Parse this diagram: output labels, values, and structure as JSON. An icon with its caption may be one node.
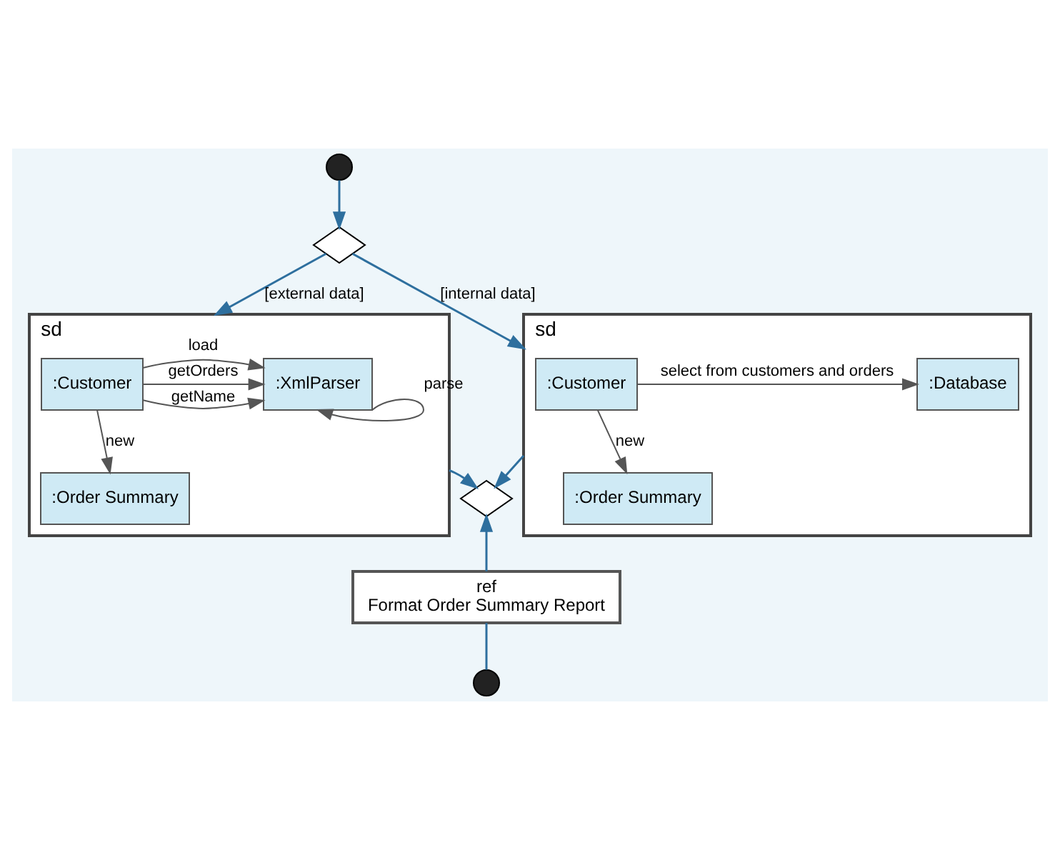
{
  "diagram": {
    "nodes": [
      {
        "text": [],
        "shape": "circle"
      },
      {
        "text": [],
        "shape": "diamond"
      },
      {
        "text": [
          "sd"
        ]
      },
      {
        "text": [
          ":Customer"
        ],
        "in": 2
      },
      {
        "text": [
          ":XmlParser"
        ],
        "in": 2
      },
      {
        "text": [
          ":Order Summary"
        ],
        "in": 2
      },
      {
        "text": [
          "sd"
        ]
      },
      {
        "text": [
          ":Customer"
        ],
        "in": 6
      },
      {
        "text": [
          ":Database"
        ],
        "in": 6
      },
      {
        "text": [
          ":Order Summary"
        ],
        "in": 6
      },
      {
        "text": [],
        "shape": "diamond"
      },
      {
        "text": [
          "ref",
          "Format Order Summary Report"
        ]
      },
      {
        "text": [],
        "shape": "circle"
      }
    ],
    "edges": [
      {
        "from": 0,
        "to": 1,
        "arrow": "to",
        "color": "#2e6f9e"
      },
      {
        "from": 1,
        "to": 2,
        "arrow": "to",
        "label": "[external data]",
        "color": "#2e6f9e"
      },
      {
        "from": 1,
        "to": 6,
        "arrow": "to",
        "label": "[internal data]",
        "color": "#2e6f9e"
      },
      {
        "from": 3,
        "to": 4,
        "arrow": "to",
        "label": "load"
      },
      {
        "from": 4,
        "to": 4,
        "arrow": "to",
        "label": "parse"
      },
      {
        "from": 3,
        "to": 4,
        "arrow": "to",
        "label": "getName"
      },
      {
        "from": 3,
        "to": 4,
        "arrow": "to",
        "label": "getOrders"
      },
      {
        "from": 3,
        "to": 5,
        "arrow": "to",
        "label": "new"
      },
      {
        "from": 7,
        "to": 8,
        "arrow": "to",
        "label": "select from customers and orders"
      },
      {
        "from": 7,
        "to": 9,
        "arrow": "to",
        "label": "new"
      },
      {
        "from": 2,
        "to": 10,
        "arrow": "to",
        "color": "#2e6f9e"
      },
      {
        "from": 6,
        "to": 10,
        "arrow": "to",
        "color": "#2e6f9e"
      },
      {
        "from": 11,
        "to": 10,
        "arrow": "to",
        "color": "#2e6f9e"
      },
      {
        "from": 11,
        "to": 12,
        "arrow": "none",
        "color": "#2e6f9e"
      }
    ]
  }
}
